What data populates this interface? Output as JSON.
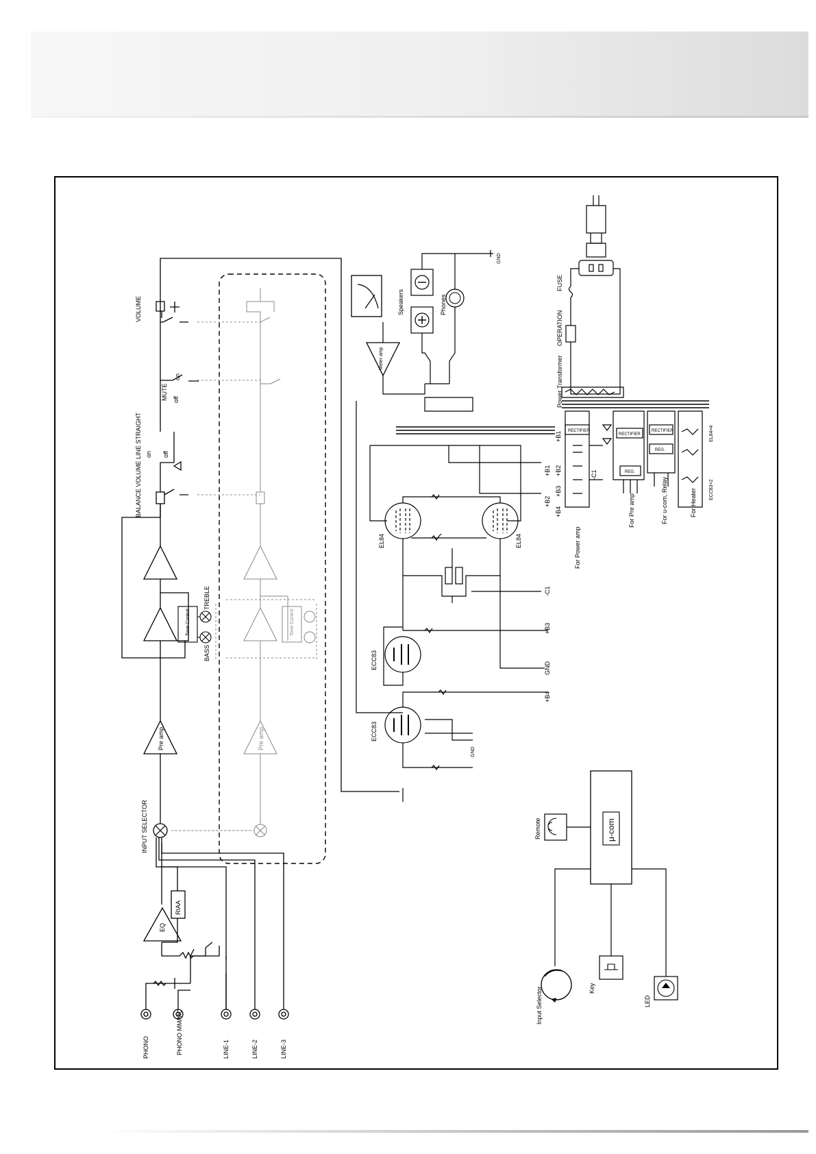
{
  "labels": {
    "phono": "PHONO",
    "phono_mm_mc": "PHONO MM/MC",
    "line1": "LINE-1",
    "line2": "LINE-2",
    "line3": "LINE-3",
    "eq": "EQ",
    "riaa": "RIAA",
    "input_selector": "INPUT SELECTOR",
    "pre_amp": "Pre amp",
    "tone_control": "Tone Control",
    "bass": "BASS",
    "treble": "TREBLE",
    "balance_volume": "BALANCE VOLUME",
    "line_straight": "LINE STRAIGHT",
    "mute": "MUTE",
    "volume": "VOLUME",
    "on": "on",
    "off": "off",
    "meter_amp": "Meter amp",
    "speakers": "Speakers",
    "phones": "Phones",
    "gnd": "GND",
    "ecc83": "ECC83",
    "el84": "EL84",
    "b1": "+B1",
    "b2": "+B2",
    "b3": "+B3",
    "b4": "+B4",
    "c1": "-C1",
    "fuse": "FUSE",
    "operation": "OPERATION",
    "power_transformer": "Power Transformer",
    "rectifier": "RECTIFIER",
    "reg": "REG.",
    "for_power_amp": "For Power amp",
    "for_pre_amp": "For Pre amp",
    "for_ucom_relay": "For u-com, Relay",
    "for_heater": "For Heater",
    "el84_x4": "EL84×4",
    "ecc83_x2": "ECC83×2",
    "remote": "Remote",
    "ucom": "μ-com",
    "input_selector_knob": "Input Selector",
    "key": "Key",
    "led": "LED"
  }
}
